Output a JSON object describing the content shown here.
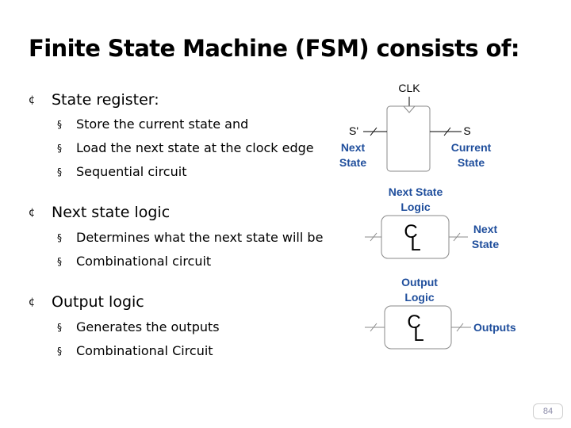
{
  "slide": {
    "title": "Finite State Machine (FSM) consists of:",
    "page_number": "84",
    "sections": [
      {
        "heading": "State register:",
        "items": [
          "Store the current state and",
          "Load the next state at the clock edge",
          "Sequential circuit"
        ]
      },
      {
        "heading": "Next state logic",
        "items": [
          "Determines what the next state will be",
          "Combinational circuit"
        ]
      },
      {
        "heading": "Output logic",
        "items": [
          "Generates the outputs",
          "Combinational Circuit"
        ]
      }
    ],
    "bullet_glyphs": {
      "level1": "¢",
      "level2": "§"
    }
  },
  "diagram": {
    "colors": {
      "label_blue": "#1f4e9c",
      "line_gray": "#888888"
    },
    "register": {
      "clock_label": "CLK",
      "input_label": "S'",
      "output_label": "S",
      "input_caption": [
        "Next",
        "State"
      ],
      "output_caption": [
        "Current",
        "State"
      ]
    },
    "next_state_logic": {
      "title": [
        "Next State",
        "Logic"
      ],
      "block_letters": [
        "C",
        "L"
      ],
      "output_caption": [
        "Next",
        "State"
      ]
    },
    "output_logic": {
      "title": [
        "Output",
        "Logic"
      ],
      "block_letters": [
        "C",
        "L"
      ],
      "output_caption": "Outputs"
    }
  }
}
